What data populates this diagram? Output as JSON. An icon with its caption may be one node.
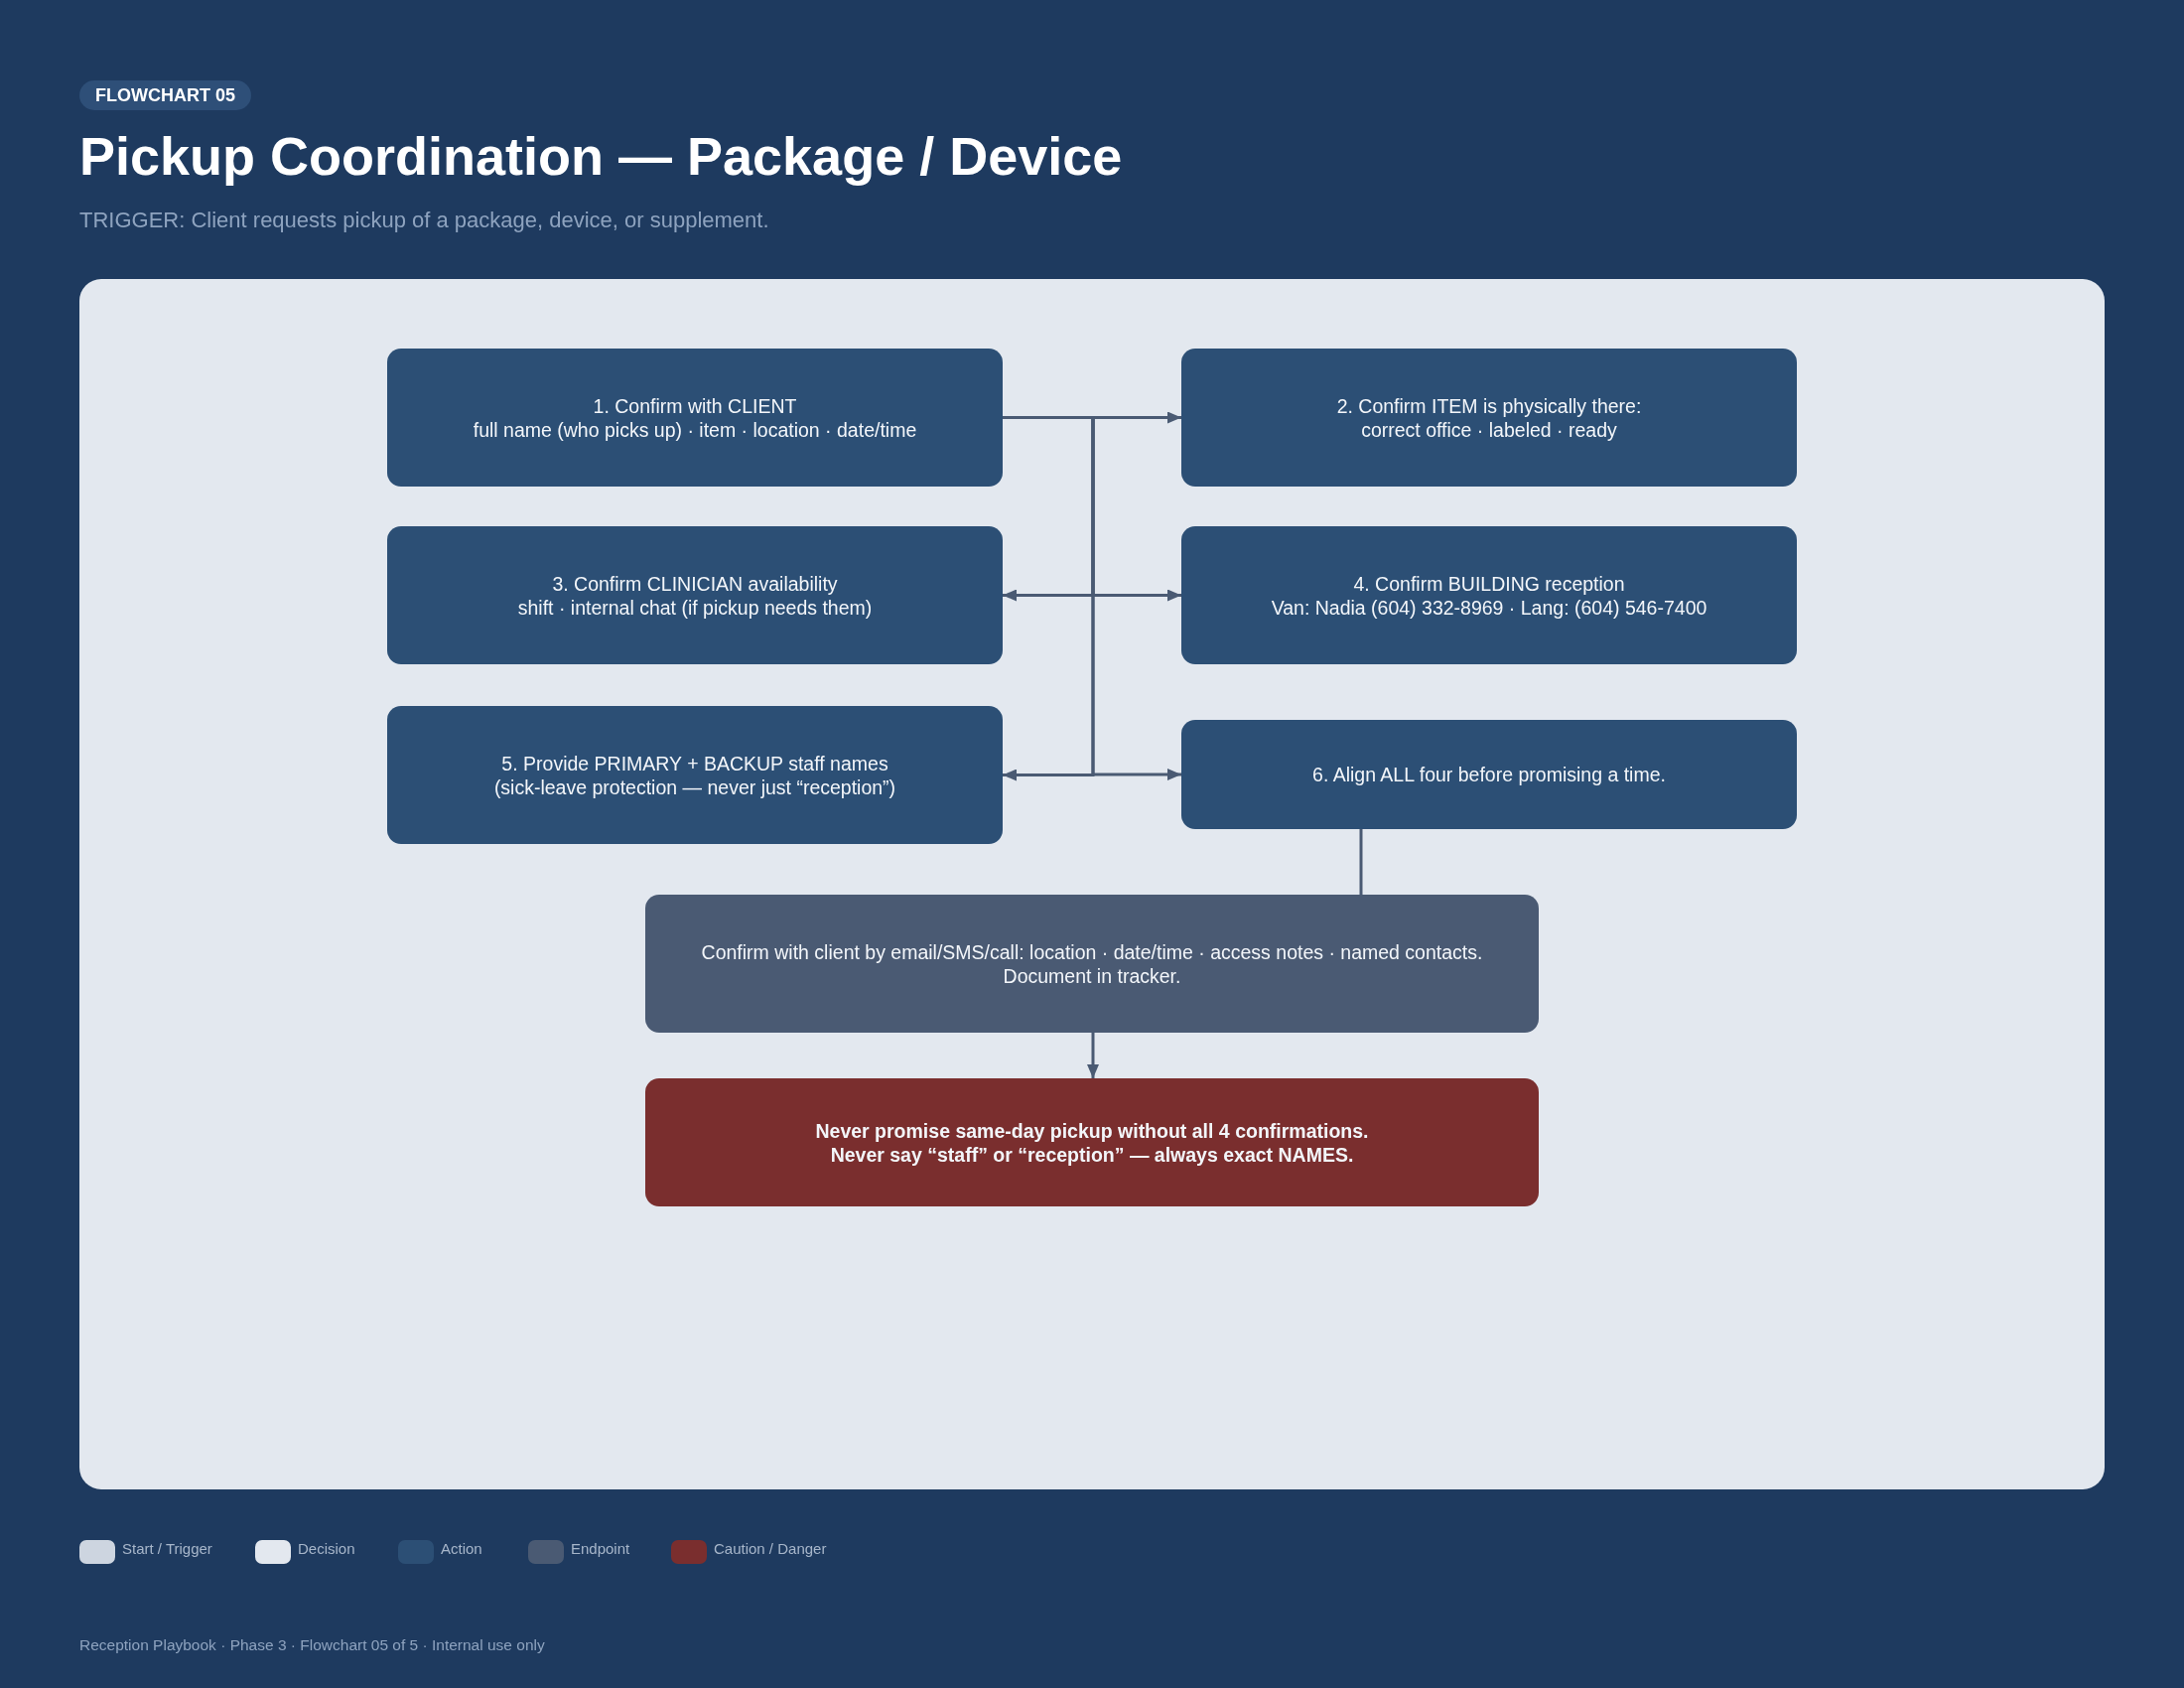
{
  "diagram": {
    "title": "Pickup Coordination — Package / Device",
    "nodes": [
      {
        "text": [
          "1. Confirm with CLIENT",
          "full name (who picks up) · item · location · date/time"
        ]
      },
      {
        "text": [
          "2. Confirm ITEM is physically there:",
          "correct office · labeled · ready"
        ]
      },
      {
        "text": [
          "3. Confirm CLINICIAN availability",
          "shift · internal chat (if pickup needs them)"
        ]
      },
      {
        "text": [
          "4. Confirm BUILDING reception",
          "Van: Nadia (604) 332-8969 · Lang: (604) 546-7400"
        ]
      },
      {
        "text": [
          "5. Provide PRIMARY + BACKUP staff names",
          "(sick-leave protection — never just “reception”)"
        ]
      },
      {
        "text": [
          "6. Align ALL four before promising a time."
        ]
      },
      {
        "text": [
          "Confirm with client by email/SMS/call: location · date/time · access notes · named contacts.",
          "Document in tracker."
        ]
      },
      {
        "text": [
          "Never promise same-day pickup without all 4 confirmations.",
          "Never say “staff” or “reception” — always exact NAMES."
        ]
      }
    ],
    "edges": [
      {
        "from": 0,
        "to": 1,
        "arrow": "to"
      },
      {
        "from": 0,
        "to": 2,
        "arrow": "to"
      },
      {
        "from": 0,
        "to": 3,
        "arrow": "to"
      },
      {
        "from": 0,
        "to": 4,
        "arrow": "to"
      },
      {
        "from": 0,
        "to": 5,
        "arrow": "to"
      },
      {
        "from": 5,
        "to": 6,
        "arrow": "none"
      },
      {
        "from": 6,
        "to": 7,
        "arrow": "to"
      }
    ],
    "labels": [
      "FLOWCHART 05",
      "TRIGGER: Client requests pickup of a package, device, or supplement.",
      "Reception Playbook · Phase 3 · Flowchart 05 of 5 · Internal use only"
    ],
    "legend": [
      {
        "text": "Start / Trigger",
        "color": "#cdd5e0"
      },
      {
        "text": "Decision",
        "color": "#e3e8ef"
      },
      {
        "text": "Action",
        "color": "#2c4f75"
      },
      {
        "text": "Endpoint",
        "color": "#4a5a73"
      },
      {
        "text": "Caution / Danger",
        "color": "#7a2e2e"
      }
    ]
  }
}
